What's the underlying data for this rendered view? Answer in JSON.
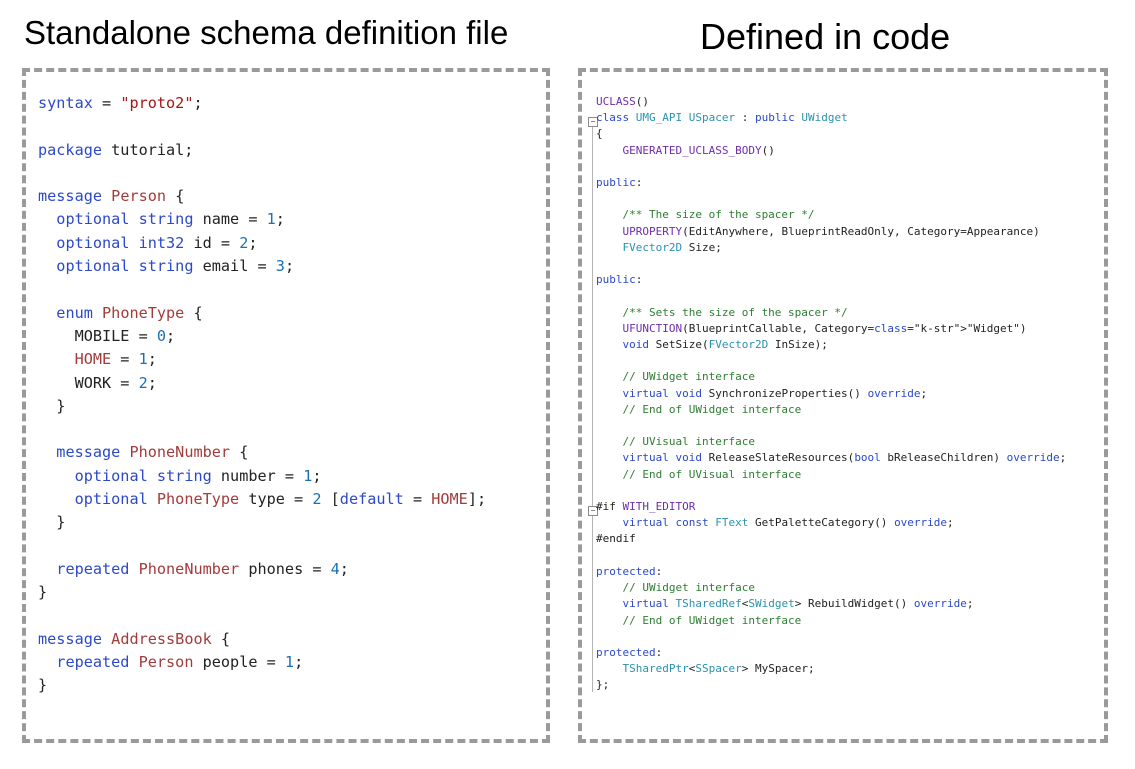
{
  "headings": {
    "left": "Standalone schema definition file",
    "right": "Defined in code"
  },
  "proto_code": [
    "syntax = \"proto2\";",
    "",
    "package tutorial;",
    "",
    "message Person {",
    "  optional string name = 1;",
    "  optional int32 id = 2;",
    "  optional string email = 3;",
    "",
    "  enum PhoneType {",
    "    MOBILE = 0;",
    "    HOME = 1;",
    "    WORK = 2;",
    "  }",
    "",
    "  message PhoneNumber {",
    "    optional string number = 1;",
    "    optional PhoneType type = 2 [default = HOME];",
    "  }",
    "",
    "  repeated PhoneNumber phones = 4;",
    "}",
    "",
    "message AddressBook {",
    "  repeated Person people = 1;",
    "}"
  ],
  "cpp_code": [
    "UCLASS()",
    "class UMG_API USpacer : public UWidget",
    "{",
    "    GENERATED_UCLASS_BODY()",
    "",
    "public:",
    "",
    "    /** The size of the spacer */",
    "    UPROPERTY(EditAnywhere, BlueprintReadOnly, Category=Appearance)",
    "    FVector2D Size;",
    "",
    "public:",
    "",
    "    /** Sets the size of the spacer */",
    "    UFUNCTION(BlueprintCallable, Category=\"Widget\")",
    "    void SetSize(FVector2D InSize);",
    "",
    "    // UWidget interface",
    "    virtual void SynchronizeProperties() override;",
    "    // End of UWidget interface",
    "",
    "    // UVisual interface",
    "    virtual void ReleaseSlateResources(bool bReleaseChildren) override;",
    "    // End of UVisual interface",
    "",
    "#if WITH_EDITOR",
    "    virtual const FText GetPaletteCategory() override;",
    "#endif",
    "",
    "protected:",
    "    // UWidget interface",
    "    virtual TSharedRef<SWidget> RebuildWidget() override;",
    "    // End of UWidget interface",
    "",
    "protected:",
    "    TSharedPtr<SSpacer> MySpacer;",
    "};"
  ]
}
